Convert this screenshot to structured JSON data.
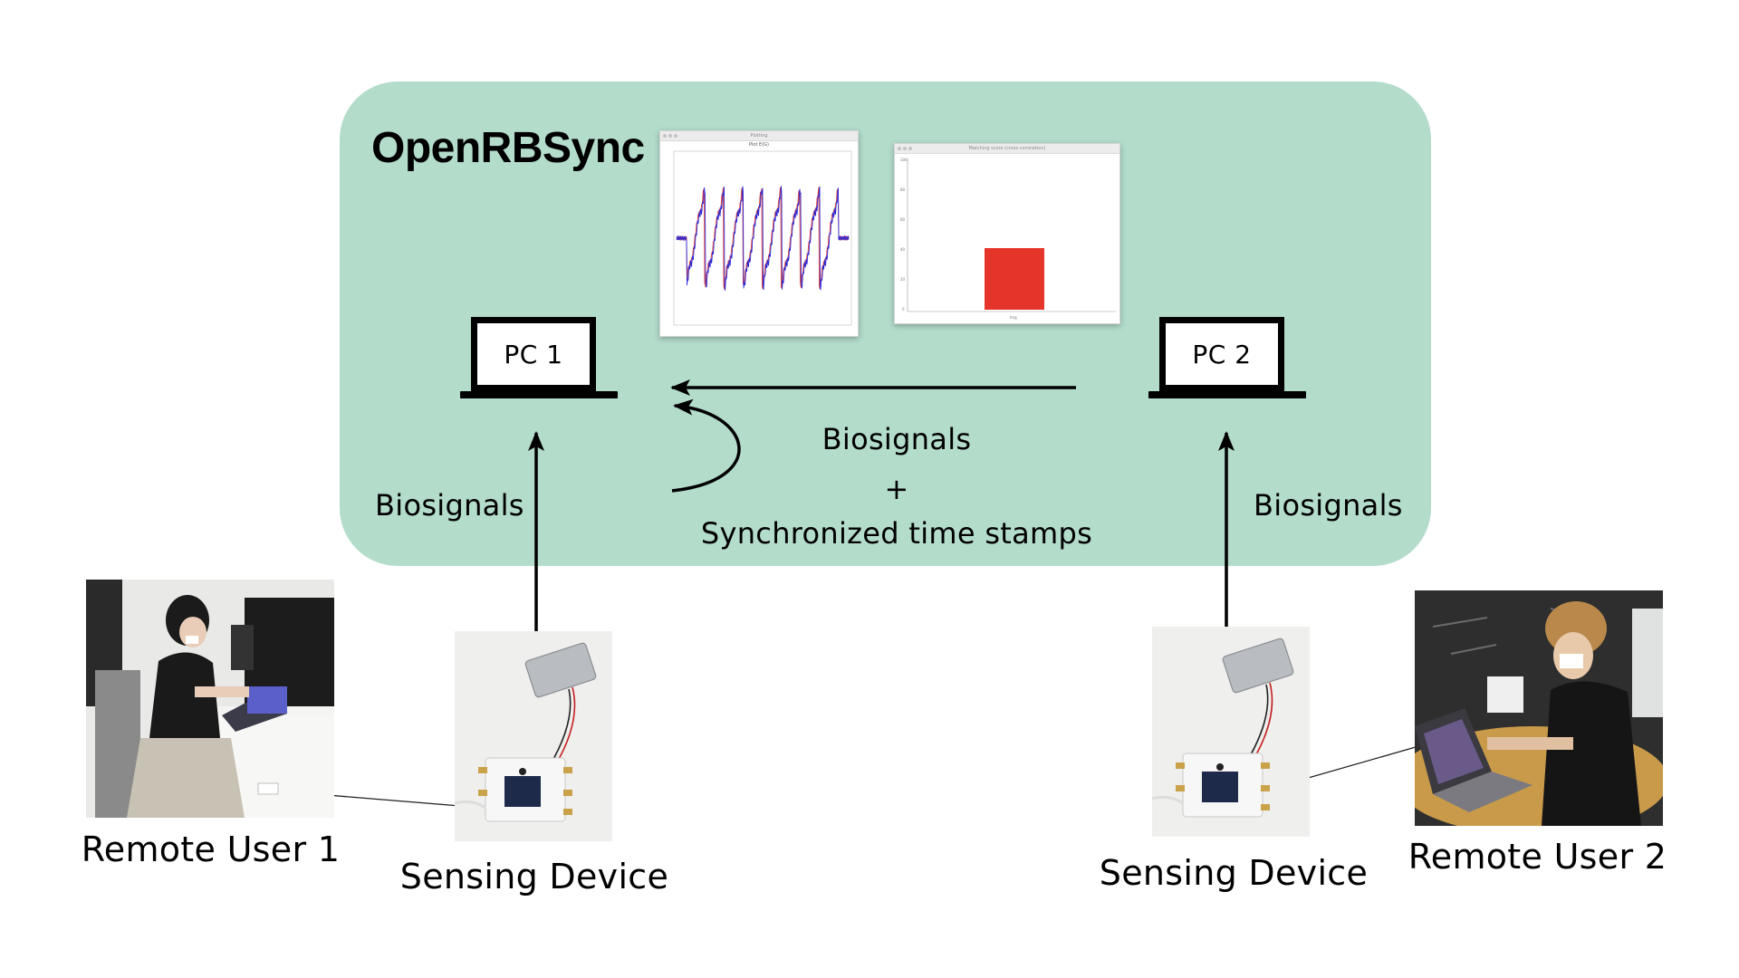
{
  "framework": {
    "name": "OpenRBSync",
    "panel_color": "#b3dccb"
  },
  "windows": {
    "signal_plot": {
      "title": "Plotting",
      "plot_title": "Plot E(G)",
      "line_colors": [
        "#2b2bd9",
        "#e8392a"
      ]
    },
    "score_plot": {
      "title": "Matching score (cross correlation)",
      "x_label": "Img",
      "y_ticks": [
        "100",
        "80",
        "60",
        "40",
        "20",
        "0"
      ],
      "bar_color": "#e5342a"
    }
  },
  "nodes": {
    "pc1": {
      "label": "PC 1"
    },
    "pc2": {
      "label": "PC 2"
    }
  },
  "edges": {
    "left_up_label": "Biosignals",
    "right_up_label": "Biosignals",
    "center_line1": "Biosignals",
    "center_plus": "+",
    "center_line2": "Synchronized time stamps"
  },
  "users": {
    "user1": {
      "label": "Remote User 1"
    },
    "user2": {
      "label": "Remote User 2"
    }
  },
  "devices": {
    "device1": {
      "label": "Sensing Device"
    },
    "device2": {
      "label": "Sensing Device"
    }
  }
}
